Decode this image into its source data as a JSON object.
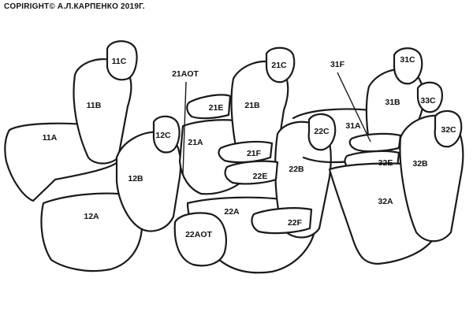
{
  "copyright": "COPIRIGHT© А.Л.КАРПЕНКО 2019Г.",
  "labels": {
    "c11C": "11C",
    "c11B": "11B",
    "c11A": "11A",
    "c12C": "12C",
    "c12B": "12B",
    "c12A": "12A",
    "c21AOT": "21AOT",
    "c21C": "21C",
    "c21E": "21E",
    "c21B": "21B",
    "c21A": "21A",
    "c21F": "21F",
    "c22E": "22E",
    "c22C": "22C",
    "c22B": "22B",
    "c22A": "22A",
    "c22AOT": "22AOT",
    "c22F": "22F",
    "c31F": "31F",
    "c31C": "31C",
    "c31B": "31B",
    "c33C": "33C",
    "c31A": "31A",
    "c32C": "32C",
    "c32E": "32E",
    "c32B": "32B",
    "c32A": "32A"
  }
}
